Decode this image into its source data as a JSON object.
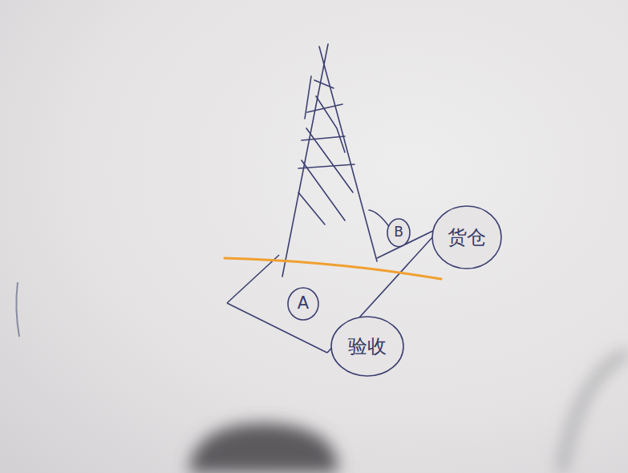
{
  "diagram": {
    "nodes": [
      {
        "text": [
          "B"
        ]
      },
      {
        "text": [
          "货仓"
        ]
      },
      {
        "text": [
          "A"
        ]
      },
      {
        "text": [
          "验收"
        ]
      }
    ]
  }
}
